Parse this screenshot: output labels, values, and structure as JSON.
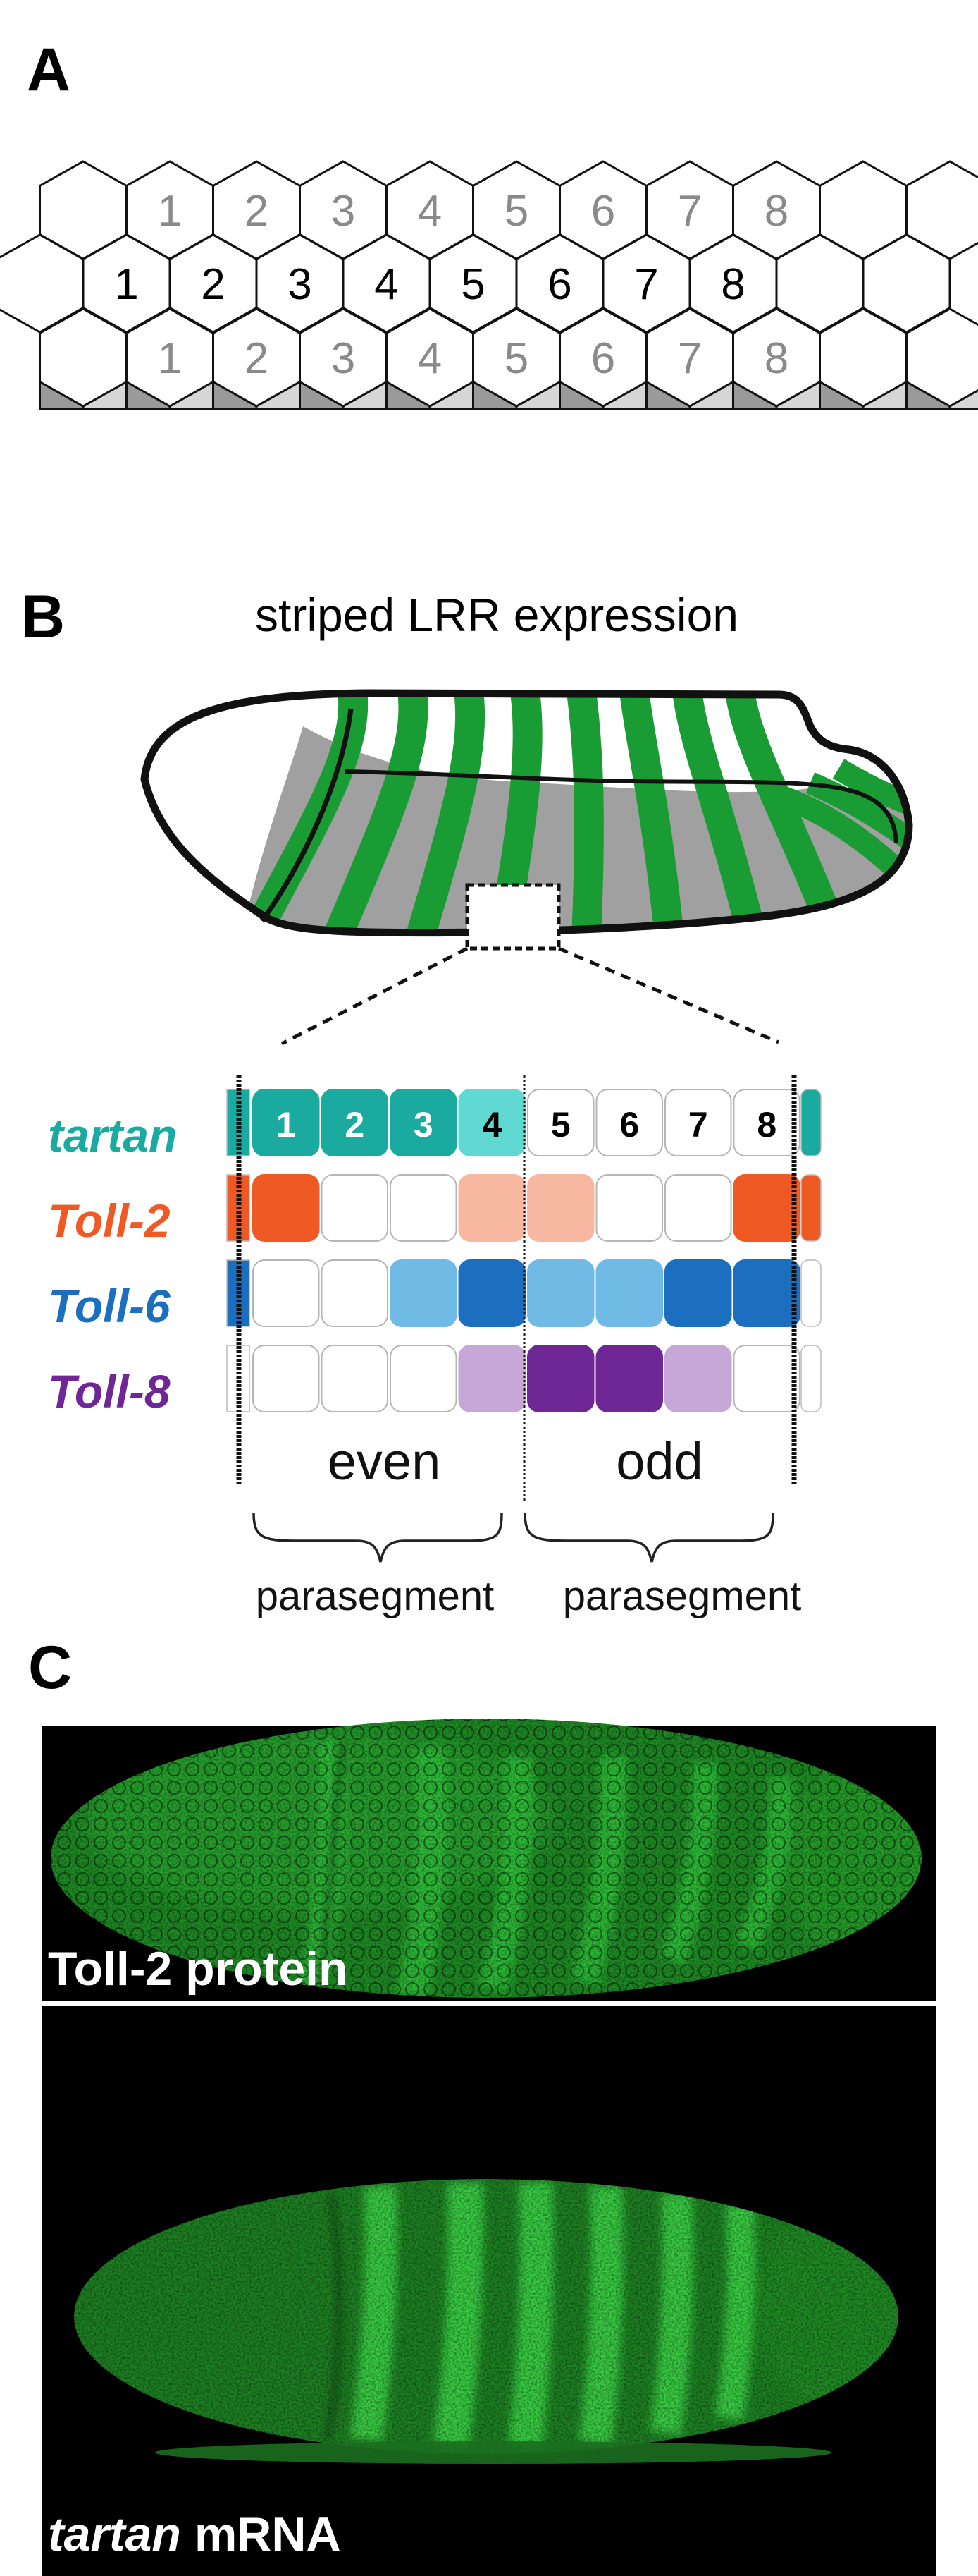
{
  "panel_a": {
    "letter": "A",
    "top_row": [
      "1",
      "2",
      "3",
      "4",
      "5",
      "6",
      "7",
      "8"
    ],
    "middle_row": [
      "1",
      "2",
      "3",
      "4",
      "5",
      "6",
      "7",
      "8"
    ],
    "bottom_row": [
      "1",
      "2",
      "3",
      "4",
      "5",
      "6",
      "7",
      "8"
    ],
    "colors": {
      "boundary": "#e8262b",
      "faded_number": "#8a8a8a",
      "ventral_dark": "#9a9a9a",
      "ventral_light": "#d6d6d6"
    }
  },
  "panel_b": {
    "letter": "B",
    "title": "striped LRR expression",
    "cells": [
      "1",
      "2",
      "3",
      "4",
      "5",
      "6",
      "7",
      "8"
    ],
    "genes": [
      {
        "name": "tartan",
        "color": "#1aaa9f"
      },
      {
        "name": "Toll-2",
        "color": "#ef5a24"
      },
      {
        "name": "Toll-6",
        "color": "#1b6fbe"
      },
      {
        "name": "Toll-8",
        "color": "#6f2796"
      }
    ],
    "even_label": "even",
    "odd_label": "odd",
    "parasegment_label": "parasegment",
    "colors": {
      "stripe": "#1a9c35",
      "embryo_gray": "#a0a0a0"
    }
  },
  "panel_c": {
    "letter": "C",
    "top_label": "Toll-2 protein",
    "bottom_label_italic": "tartan",
    "bottom_label_rest": " mRNA",
    "colors": {
      "signal": "#2fc23a",
      "background": "#000000"
    }
  }
}
